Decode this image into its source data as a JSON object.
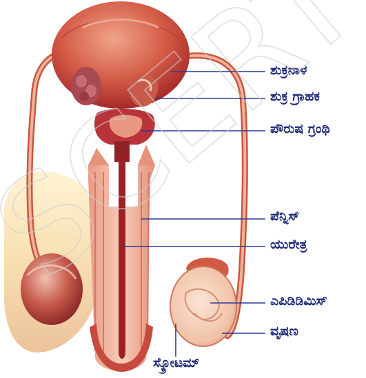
{
  "colors": {
    "label_text": "#1e2a78",
    "leader_line": "#2a3a9a",
    "tissue_dark": "#a3262a",
    "tissue_mid": "#d76a55",
    "tissue_light": "#f2b9a2",
    "watermark": "#d9d9d9"
  },
  "labels": {
    "vas_deferens": "ಶುಕ್ರನಾಳ",
    "seminal_vesicle": "ಶುಕ್ರ ಗ್ರಾಹಕ",
    "prostate_gland": "ಪೌರುಷ ಗ್ರಂಥಿ",
    "penis": "ಪೆನ್ನಿಸ್",
    "urethra": "ಯುರೇತ್ರ",
    "epididymis": "ಎಪಿಡಿಡಿಮಿಸ್",
    "testis": "ವೃಷಣ",
    "scrotum": "ಸ್ಕ್ರೋಟಮ್"
  },
  "watermark": {
    "text": "SCERT"
  }
}
